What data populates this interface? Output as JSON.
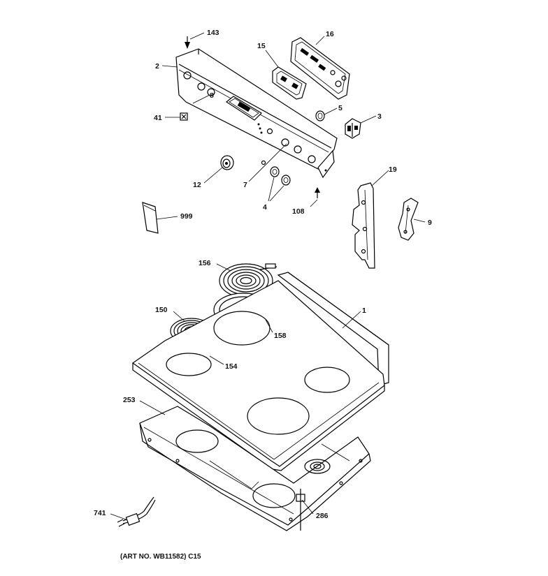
{
  "colors": {
    "ink": "#000000",
    "paper": "#ffffff"
  },
  "callouts": {
    "c143": "143",
    "c16": "16",
    "c15": "15",
    "c2": "2",
    "c8": "8",
    "c41": "41",
    "c5": "5",
    "c3": "3",
    "c12": "12",
    "c7": "7",
    "c4": "4",
    "c108": "108",
    "c19": "19",
    "c999": "999",
    "c9": "9",
    "c156": "156",
    "c1": "1",
    "c150": "150",
    "c158": "158",
    "c154": "154",
    "c253": "253",
    "c741": "741",
    "c286": "286"
  },
  "footer": {
    "art_number": "(ART NO. WB11582) C15"
  }
}
